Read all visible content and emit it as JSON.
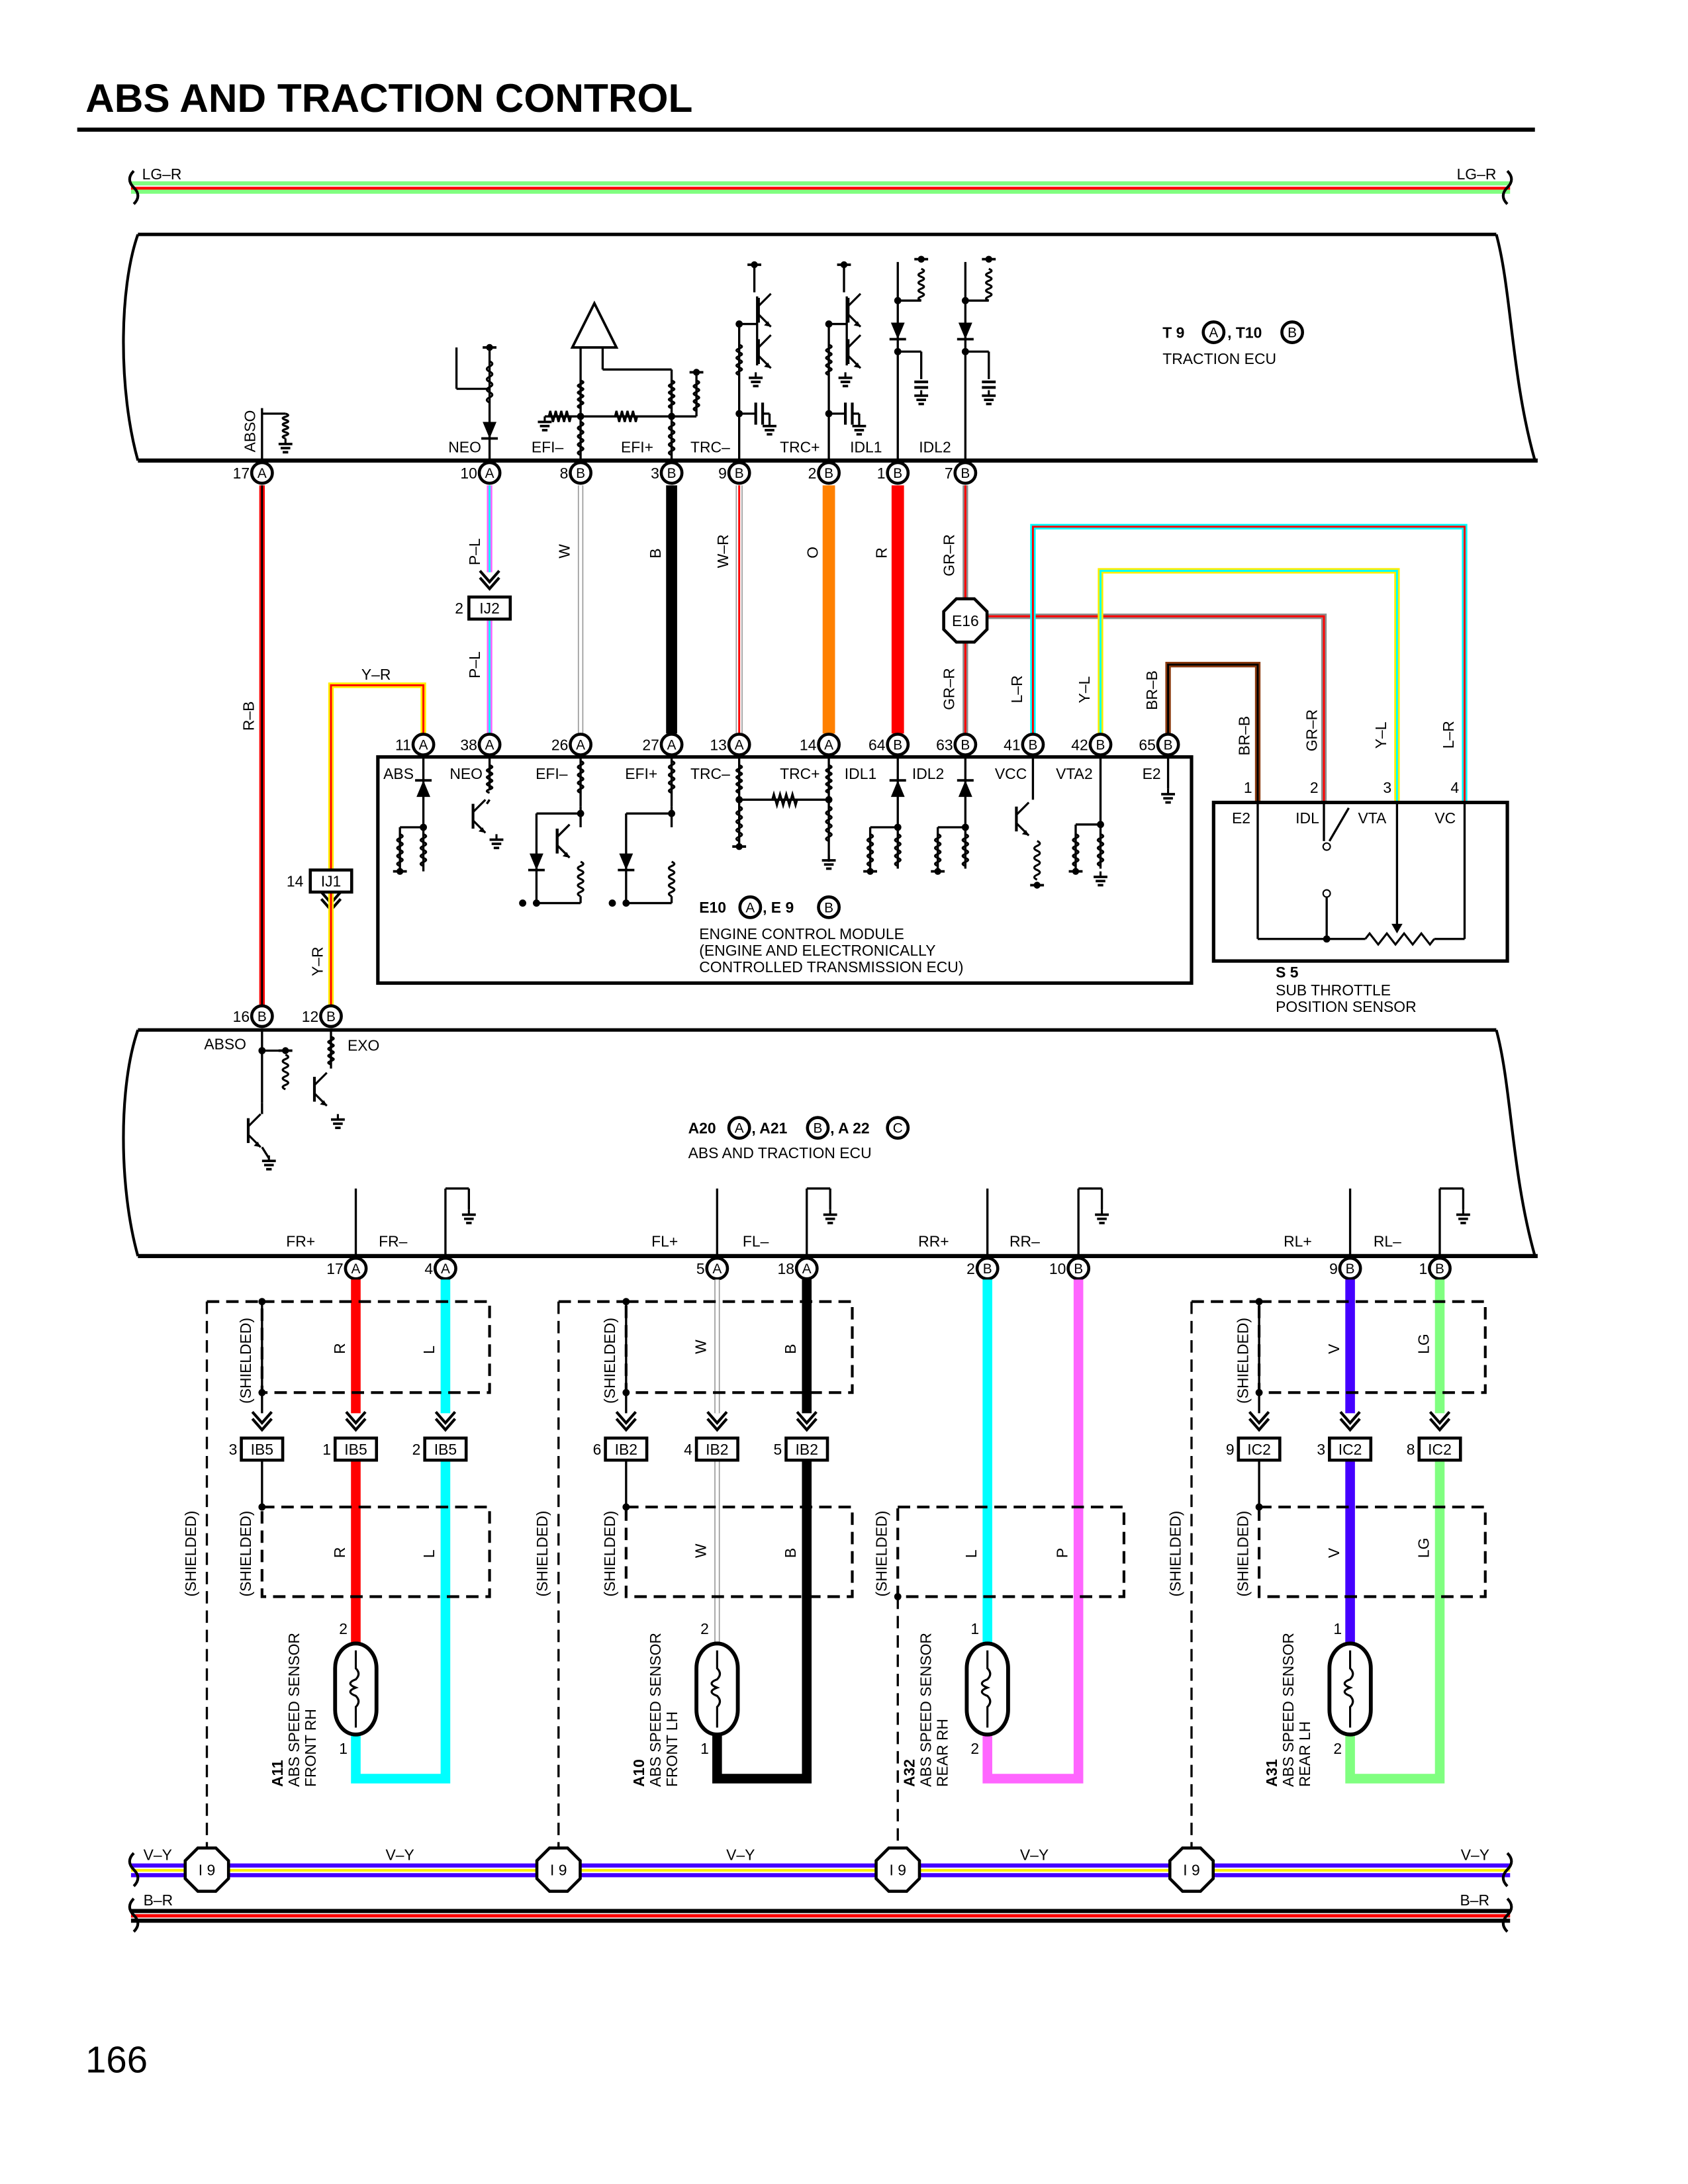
{
  "title": "ABS AND TRACTION CONTROL",
  "page_number": "166",
  "wire_colors": {
    "R": "#ff0000",
    "L": "#00ffff",
    "W": "#ffffff",
    "B": "#000000",
    "O": "#ff8000",
    "V": "#4400ff",
    "LG": "#80ff80",
    "P": "#ff66ff",
    "Y": "#ffee00",
    "BR": "#8b3a0f",
    "GR": "#8c8c8c"
  },
  "top_bus": {
    "left": "LG–R",
    "right": "LG–R"
  },
  "traction_ecu": {
    "code_a": "T 9",
    "conn_a": "A",
    "code_b": ", T10",
    "conn_b": "B",
    "name": "TRACTION ECU",
    "pins": [
      {
        "num": "17",
        "conn": "A",
        "label": "ABSO"
      },
      {
        "num": "10",
        "conn": "A",
        "label": "NEO"
      },
      {
        "num": "8",
        "conn": "B",
        "label": "EFI–"
      },
      {
        "num": "3",
        "conn": "B",
        "label": "EFI+"
      },
      {
        "num": "9",
        "conn": "B",
        "label": "TRC–"
      },
      {
        "num": "2",
        "conn": "B",
        "label": "TRC+"
      },
      {
        "num": "1",
        "conn": "B",
        "label": "IDL1"
      },
      {
        "num": "7",
        "conn": "B",
        "label": "IDL2"
      }
    ]
  },
  "wire_labels": {
    "r_b": "R–B",
    "p_l_upper": "P–L",
    "p_l_lower": "P–L",
    "w": "W",
    "b": "B",
    "w_r": "W–R",
    "o": "O",
    "r": "R",
    "gr_r_upper": "GR–R",
    "gr_r_lower": "GR–R",
    "l_r": "L–R",
    "y_l": "Y–L",
    "br_b": "BR–B",
    "y_r_top": "Y–R",
    "y_r_side": "Y–R",
    "s5_br_b": "BR–B",
    "s5_gr_r": "GR–R",
    "s5_y_l": "Y–L",
    "s5_l_r": "L–R"
  },
  "junctions": {
    "ij2": {
      "pin": "2",
      "name": "IJ2"
    },
    "ij1": {
      "pin": "14",
      "name": "IJ1"
    },
    "e16": "E16"
  },
  "ecm": {
    "code_a": "E10",
    "conn_a": "A",
    "code_b": ", E 9",
    "conn_b": "B",
    "name_lines": [
      "ENGINE CONTROL MODULE",
      "(ENGINE AND ELECTRONICALLY",
      " CONTROLLED TRANSMISSION ECU)"
    ],
    "pins": [
      {
        "num": "11",
        "conn": "A",
        "label": "ABS"
      },
      {
        "num": "38",
        "conn": "A",
        "label": "NEO"
      },
      {
        "num": "26",
        "conn": "A",
        "label": "EFI–"
      },
      {
        "num": "27",
        "conn": "A",
        "label": "EFI+"
      },
      {
        "num": "13",
        "conn": "A",
        "label": "TRC–"
      },
      {
        "num": "14",
        "conn": "A",
        "label": "TRC+"
      },
      {
        "num": "64",
        "conn": "B",
        "label": "IDL1"
      },
      {
        "num": "63",
        "conn": "B",
        "label": "IDL2"
      },
      {
        "num": "41",
        "conn": "B",
        "label": "VCC"
      },
      {
        "num": "42",
        "conn": "B",
        "label": "VTA2"
      },
      {
        "num": "65",
        "conn": "B",
        "label": "E2"
      }
    ]
  },
  "sub_throttle": {
    "code": "S 5",
    "name_lines": [
      "SUB THROTTLE",
      "POSITION SENSOR"
    ],
    "pins": [
      {
        "num": "1",
        "label": "E2"
      },
      {
        "num": "2",
        "label": "IDL"
      },
      {
        "num": "3",
        "label": "VTA"
      },
      {
        "num": "4",
        "label": "VC"
      }
    ]
  },
  "abs_ecu": {
    "code_a": "A20",
    "conn_a": "A",
    "code_b": ", A21",
    "conn_b": "B",
    "code_c": ", A 22",
    "conn_c": "C",
    "name": "ABS AND TRACTION ECU",
    "top_pins": [
      {
        "num": "16",
        "conn": "B",
        "label": "ABSO"
      },
      {
        "num": "12",
        "conn": "B",
        "label": "EXO"
      }
    ]
  },
  "sensor_groups": [
    {
      "ecu_pins": [
        {
          "num": "17",
          "conn": "A",
          "label": "FR+"
        },
        {
          "num": "4",
          "conn": "A",
          "label": "FR–"
        }
      ],
      "wires": [
        {
          "color": "R",
          "label": "R"
        },
        {
          "color": "L",
          "label": "L"
        }
      ],
      "outer_shield": "(SHIELDED)",
      "upper_shield": "(SHIELDED)",
      "lower_shield": "(SHIELDED)",
      "connector": {
        "name": "IB5",
        "pins": [
          "3",
          "1",
          "2"
        ]
      },
      "sensor": {
        "code": "A11",
        "line1": "ABS SPEED SENSOR",
        "line2": "FRONT RH",
        "pin_top": "2",
        "pin_bottom": "1"
      }
    },
    {
      "ecu_pins": [
        {
          "num": "5",
          "conn": "A",
          "label": "FL+"
        },
        {
          "num": "18",
          "conn": "A",
          "label": "FL–"
        }
      ],
      "wires": [
        {
          "color": "W",
          "label": "W"
        },
        {
          "color": "B",
          "label": "B"
        }
      ],
      "outer_shield": "(SHIELDED)",
      "upper_shield": "(SHIELDED)",
      "lower_shield": "(SHIELDED)",
      "connector": {
        "name": "IB2",
        "pins": [
          "6",
          "4",
          "5"
        ]
      },
      "sensor": {
        "code": "A10",
        "line1": "ABS SPEED SENSOR",
        "line2": "FRONT LH",
        "pin_top": "2",
        "pin_bottom": "1"
      }
    },
    {
      "ecu_pins": [
        {
          "num": "2",
          "conn": "B",
          "label": "RR+"
        },
        {
          "num": "10",
          "conn": "B",
          "label": "RR–"
        }
      ],
      "wires": [
        {
          "color": "L",
          "label": "L"
        },
        {
          "color": "P",
          "label": "P"
        }
      ],
      "lower_shield": "(SHIELDED)",
      "sensor": {
        "code": "A32",
        "line1": "ABS SPEED SENSOR",
        "line2": "REAR RH",
        "pin_top": "1",
        "pin_bottom": "2"
      }
    },
    {
      "ecu_pins": [
        {
          "num": "9",
          "conn": "B",
          "label": "RL+"
        },
        {
          "num": "1",
          "conn": "B",
          "label": "RL–"
        }
      ],
      "wires": [
        {
          "color": "V",
          "label": "V"
        },
        {
          "color": "LG",
          "label": "LG"
        }
      ],
      "outer_shield": "(SHIELDED)",
      "upper_shield": "(SHIELDED)",
      "lower_shield": "(SHIELDED)",
      "connector": {
        "name": "IC2",
        "pins": [
          "9",
          "3",
          "8"
        ]
      },
      "sensor": {
        "code": "A31",
        "line1": "ABS SPEED SENSOR",
        "line2": "REAR LH",
        "pin_top": "1",
        "pin_bottom": "2"
      }
    }
  ],
  "bottom_bus": {
    "v_y_labels": [
      "V–Y",
      "V–Y",
      "V–Y",
      "V–Y",
      "V–Y"
    ],
    "b_r_labels": [
      "B–R",
      "B–R"
    ],
    "junctions": [
      "I 9",
      "I 9",
      "I 9",
      "I 9"
    ]
  }
}
